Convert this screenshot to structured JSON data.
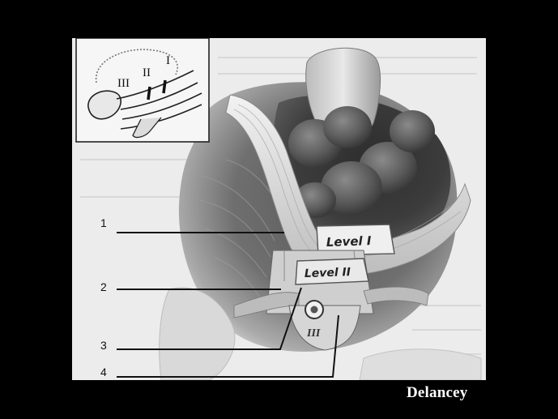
{
  "inset": {
    "labels": [
      "I",
      "II",
      "III"
    ]
  },
  "levels": {
    "level1": "Level I",
    "level2": "Level II",
    "level3": "III"
  },
  "callouts": [
    "1",
    "2",
    "3",
    "4"
  ],
  "credit": "Delancey",
  "colors": {
    "background": "#000000",
    "figure_bg": "#ececec",
    "tissue_dark": "#3a3a3a",
    "tissue_mid": "#8a8a8a",
    "band_light": "#d8d8d8"
  }
}
